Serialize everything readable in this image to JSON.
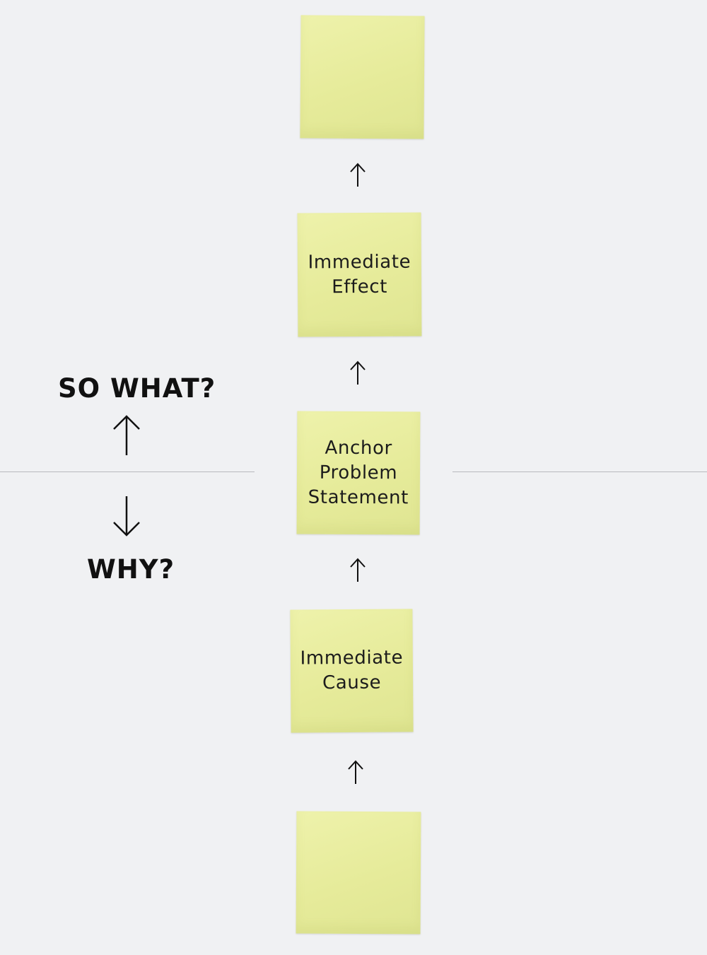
{
  "labels": {
    "so_what": "SO WHAT?",
    "why": "WHY?"
  },
  "notes": [
    {
      "text": ""
    },
    {
      "text": "Immediate\nEffect"
    },
    {
      "text": "Anchor\nProblem\nStatement"
    },
    {
      "text": "Immediate\nCause"
    },
    {
      "text": ""
    }
  ],
  "colors": {
    "background": "#f0f1f3",
    "sticky_note": "#e9ee9f",
    "text": "#111111",
    "divider": "#b9babd"
  },
  "icons": {
    "small_arrow": "arrow-up-icon",
    "so_what_arrow": "arrow-up-icon",
    "why_arrow": "arrow-down-icon"
  }
}
